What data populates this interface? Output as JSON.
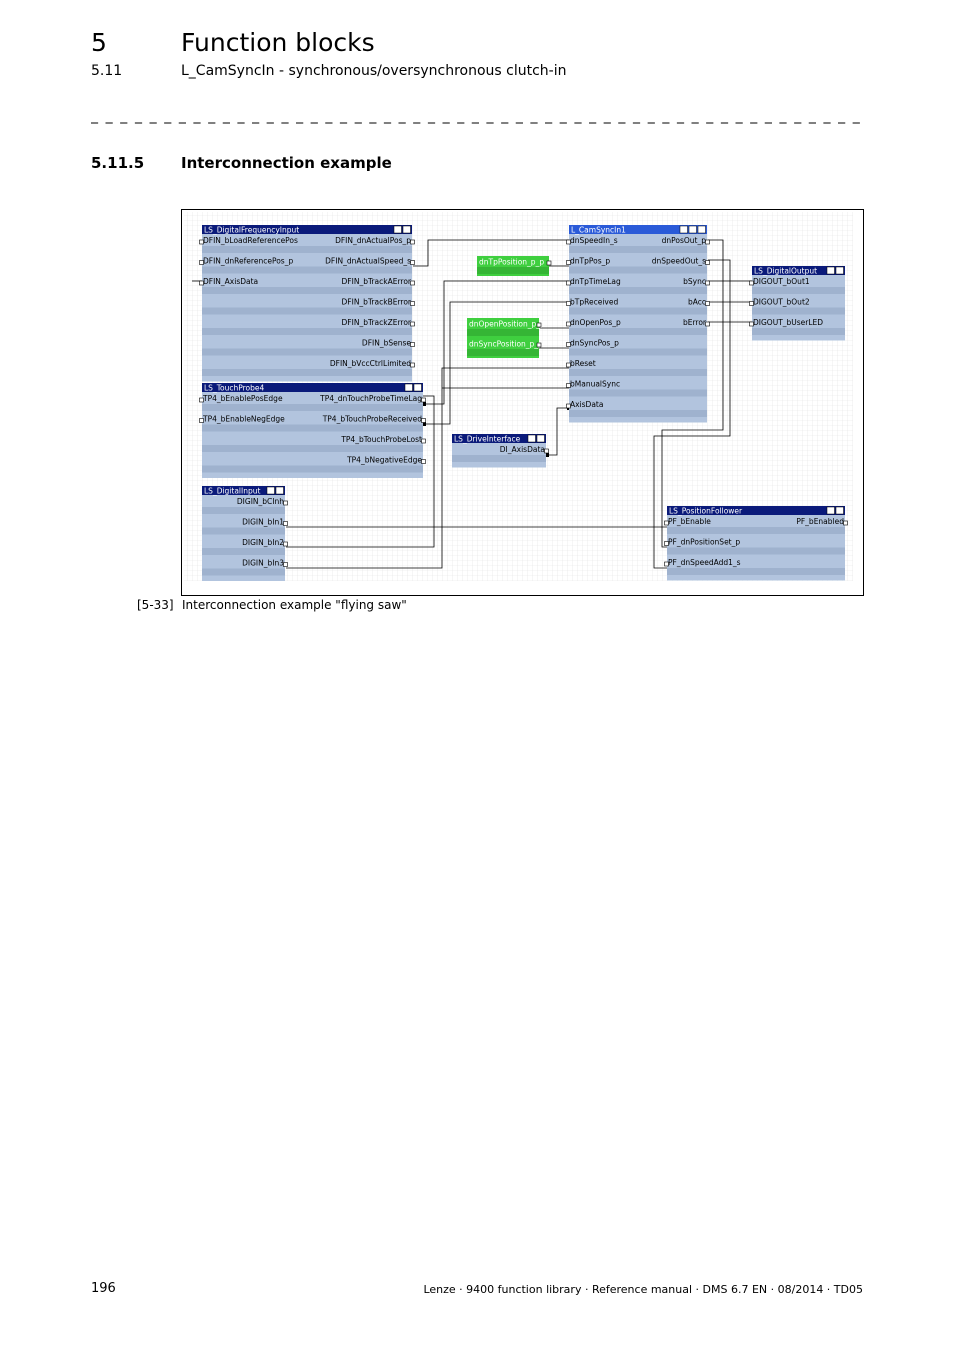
{
  "header": {
    "chapter_number": "5",
    "chapter_title": "Function blocks",
    "section_number": "5.11",
    "section_title": "L_CamSyncIn - synchronous/oversynchronous clutch-in",
    "separator": "_ _ _ _ _ _ _ _ _ _ _ _ _ _ _ _ _ _ _ _ _ _ _ _ _ _ _ _ _ _ _ _ _ _ _ _ _ _ _ _ _ _ _ _ _ _ _ _ _ _ _ _ _ _ _ _ _ _ _ _ _ _ _ _"
  },
  "subsection": {
    "number": "5.11.5",
    "title": "Interconnection example"
  },
  "diagram": {
    "blocks": {
      "dfin": {
        "title": "LS_DigitalFrequencyInput",
        "rows": [
          {
            "left": "DFIN_bLoadReferencePos",
            "right": "DFIN_dnActualPos_p"
          },
          {
            "left": "DFIN_dnReferencePos_p",
            "right": "DFIN_dnActualSpeed_s"
          },
          {
            "left": "DFIN_AxisData",
            "right": "DFIN_bTrackAError"
          },
          {
            "left": "",
            "right": "DFIN_bTrackBError"
          },
          {
            "left": "",
            "right": "DFIN_bTrackZError"
          },
          {
            "left": "",
            "right": "DFIN_bSense"
          },
          {
            "left": "",
            "right": "DFIN_bVccCtrlLimited"
          }
        ]
      },
      "tp4": {
        "title": "LS_TouchProbe4",
        "rows": [
          {
            "left": "TP4_bEnablePosEdge",
            "right": "TP4_dnTouchProbeTimeLag"
          },
          {
            "left": "TP4_bEnableNegEdge",
            "right": "TP4_bTouchProbeReceived"
          },
          {
            "left": "",
            "right": "TP4_bTouchProbeLost"
          },
          {
            "left": "",
            "right": "TP4_bNegativeEdge"
          }
        ]
      },
      "digin": {
        "title": "LS_DigitalInput",
        "rows": [
          "DIGIN_bCInh",
          "DIGIN_bIn1",
          "DIGIN_bIn2",
          "DIGIN_bIn3"
        ]
      },
      "drive": {
        "title": "LS_DriveInterface",
        "rows": [
          "DI_AxisData"
        ]
      },
      "cam": {
        "title": "L_CamSyncIn1",
        "rows": [
          {
            "left": "dnSpeedIn_s",
            "right": "dnPosOut_p"
          },
          {
            "left": "dnTpPos_p",
            "right": "dnSpeedOut_s"
          },
          {
            "left": "dnTpTimeLag",
            "right": "bSync"
          },
          {
            "left": "bTpReceived",
            "right": "bAcc"
          },
          {
            "left": "dnOpenPos_p",
            "right": "bError"
          },
          {
            "left": "dnSyncPos_p",
            "right": ""
          },
          {
            "left": "bReset",
            "right": ""
          },
          {
            "left": "bManualSync",
            "right": ""
          },
          {
            "left": "AxisData",
            "right": ""
          }
        ]
      },
      "digout": {
        "title": "LS_DigitalOutput",
        "rows": [
          "DIGOUT_bOut1",
          "DIGOUT_bOut2",
          "DIGOUT_bUserLED"
        ]
      },
      "pf": {
        "title": "LS_PositionFollower",
        "rows": [
          {
            "left": "PF_bEnable",
            "right": "PF_bEnabled"
          },
          {
            "left": "PF_dnPositionSet_p",
            "right": ""
          },
          {
            "left": "PF_dnSpeedAdd1_s",
            "right": ""
          }
        ]
      }
    },
    "params": [
      "dnTpPosition_p_p",
      "dnOpenPosition_p_p",
      "dnSyncPosition_p_p"
    ],
    "colors": {
      "block_body": "#b2c4de",
      "block_row": "#9fb2ce",
      "title_bar": "#0a1a7a",
      "title_bar_active": "#2a5ad8",
      "param": "#3fcf3f",
      "grid": "#dddddd",
      "wire": "#000000"
    }
  },
  "figure_caption": {
    "number": "[5-33]",
    "text": "Interconnection example \"flying saw\""
  },
  "footer": {
    "page_number": "196",
    "text": "Lenze · 9400 function library · Reference manual · DMS 6.7 EN · 08/2014 · TD05"
  }
}
